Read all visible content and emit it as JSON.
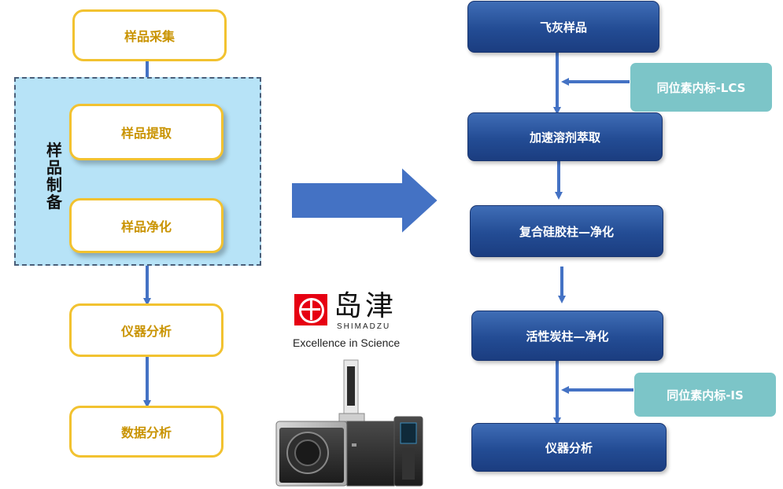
{
  "left_flow": {
    "steps": [
      "样品采集",
      "样品提取",
      "样品净化",
      "仪器分析",
      "数据分析"
    ],
    "prep_group_label": "样品制备"
  },
  "right_flow": {
    "steps": [
      "飞灰样品",
      "加速溶剂萃取",
      "复合硅胶柱—净化",
      "活性炭柱—净化",
      "仪器分析"
    ],
    "additions": [
      "同位素内标-LCS",
      "同位素内标-IS"
    ]
  },
  "brand": {
    "name_cn": "岛津",
    "name_en": "SHIMADZU",
    "tagline": "Excellence in Science"
  },
  "colors": {
    "left_border": "#f2c230",
    "left_text": "#c99300",
    "prep_bg": "#b7e3f7",
    "right_fill": "#234c94",
    "teal": "#7cc5c8",
    "arrow": "#4472c4",
    "brand_red": "#e60012"
  }
}
